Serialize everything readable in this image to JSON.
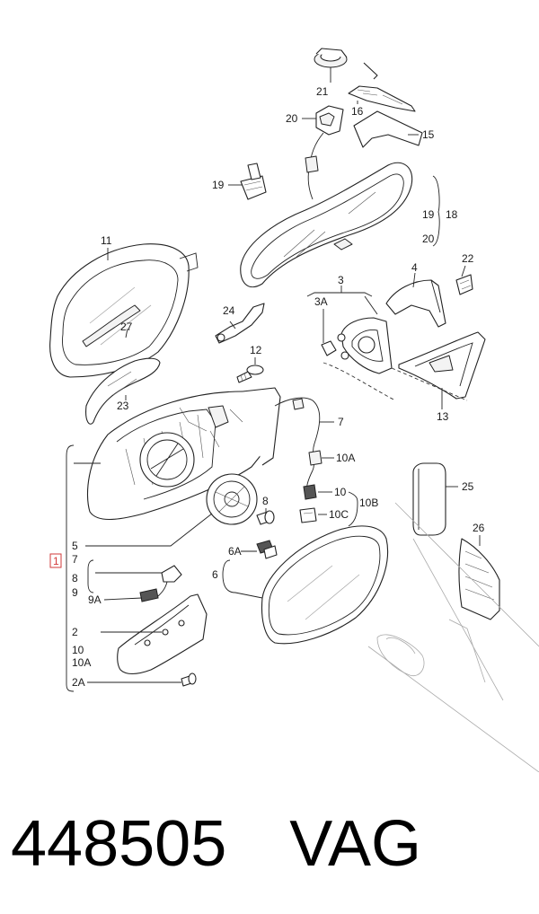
{
  "diagram": {
    "callouts": {
      "c1": "1",
      "c2": "2",
      "c2A": "2A",
      "c3": "3",
      "c3A": "3A",
      "c4": "4",
      "c5": "5",
      "c6": "6",
      "c6A": "6A",
      "c7a": "7",
      "c7b": "7",
      "c8a": "8",
      "c8b": "8",
      "c9": "9",
      "c9A": "9A",
      "c10a": "10",
      "c10b": "10",
      "c10A_a": "10A",
      "c10A_b": "10A",
      "c10B": "10B",
      "c10C": "10C",
      "c11": "11",
      "c12": "12",
      "c13": "13",
      "c15": "15",
      "c16": "16",
      "c18": "18",
      "c19a": "19",
      "c19b": "19",
      "c20a": "20",
      "c20b": "20",
      "c21": "21",
      "c22": "22",
      "c23": "23",
      "c24": "24",
      "c25": "25",
      "c26": "26",
      "c27": "27"
    }
  },
  "footer": {
    "part_number": "448505",
    "brand": "VAG"
  }
}
